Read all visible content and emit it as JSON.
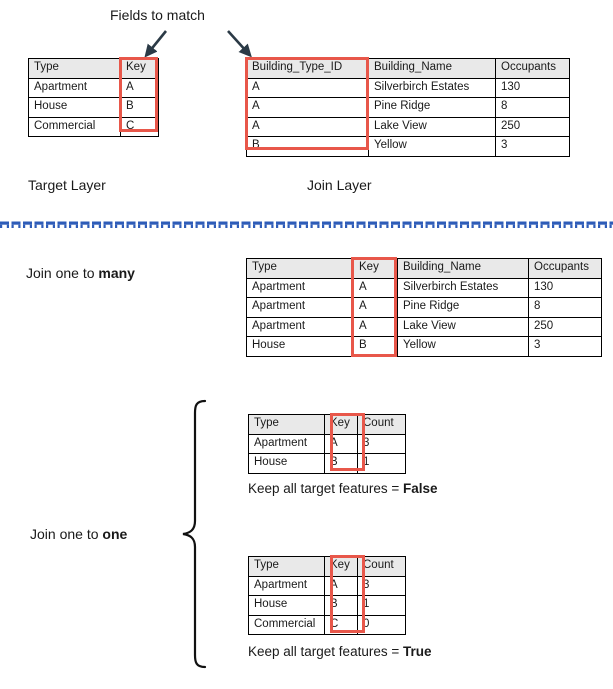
{
  "page": {
    "title_annotation": "Fields to match",
    "target_layer_label": "Target Layer",
    "join_layer_label": "Join Layer",
    "accent_red": "#e8574a",
    "header_gray": "#e9e9e9",
    "divider_blue": "#2e5cb8"
  },
  "target_table": {
    "name": "Target Layer table",
    "headers": [
      "Type",
      "Key"
    ],
    "rows": [
      [
        "Apartment",
        "A"
      ],
      [
        "House",
        "B"
      ],
      [
        "Commercial",
        "C"
      ]
    ]
  },
  "join_table": {
    "name": "Join Layer table",
    "headers": [
      "Building_Type_ID",
      "Building_Name",
      "Occupants"
    ],
    "rows": [
      [
        "A",
        "Silverbirch Estates",
        "130"
      ],
      [
        "A",
        "Pine Ridge",
        "8"
      ],
      [
        "A",
        "Lake View",
        "250"
      ],
      [
        "B",
        "Yellow",
        "3"
      ]
    ]
  },
  "one_to_many": {
    "label_prefix": "Join one to ",
    "label_bold": "many",
    "headers": [
      "Type",
      "Key",
      "Building_Name",
      "Occupants"
    ],
    "rows": [
      [
        "Apartment",
        "A",
        "Silverbirch Estates",
        "130"
      ],
      [
        "Apartment",
        "A",
        "Pine Ridge",
        "8"
      ],
      [
        "Apartment",
        "A",
        "Lake View",
        "250"
      ],
      [
        "House",
        "B",
        "Yellow",
        "3"
      ]
    ]
  },
  "one_to_one": {
    "label_prefix": "Join one to ",
    "label_bold": "one",
    "false_case": {
      "headers": [
        "Type",
        "Key",
        "Count"
      ],
      "rows": [
        [
          "Apartment",
          "A",
          "3"
        ],
        [
          "House",
          "B",
          "1"
        ]
      ],
      "caption_prefix": "Keep all target features = ",
      "caption_bold": "False"
    },
    "true_case": {
      "headers": [
        "Type",
        "Key",
        "Count"
      ],
      "rows": [
        [
          "Apartment",
          "A",
          "3"
        ],
        [
          "House",
          "B",
          "1"
        ],
        [
          "Commercial",
          "C",
          "0"
        ]
      ],
      "caption_prefix": "Keep all target features = ",
      "caption_bold": "True"
    }
  }
}
